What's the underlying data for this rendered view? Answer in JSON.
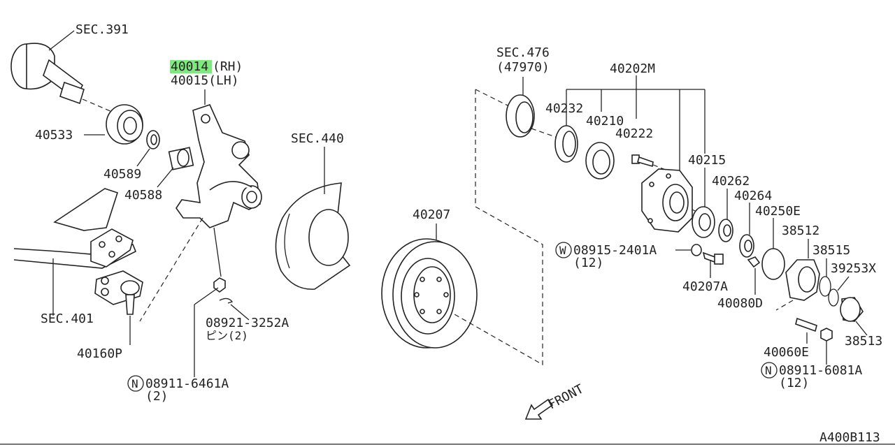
{
  "labels": {
    "sec391": "SEC.391",
    "p40014": "40014",
    "rh": "(RH)",
    "p40015": "40015(LH)",
    "p40533": "40533",
    "p40589": "40589",
    "p40588": "40588",
    "sec401": "SEC.401",
    "p40160p": "40160P",
    "p08921": "08921-3252A",
    "pin": "ピン(2)",
    "n_mark_1": "N",
    "p08911_6461": "08911-6461A",
    "q2": "(2)",
    "sec440": "SEC.440",
    "p40207": "40207",
    "sec476": "SEC.476",
    "p47970": "(47970)",
    "p40232": "40232",
    "p40210": "40210",
    "p40202m": "40202M",
    "p40222": "40222",
    "p40215": "40215",
    "p40262": "40262",
    "p40264": "40264",
    "p40250e": "40250E",
    "p38512": "38512",
    "p38515": "38515",
    "p39253x": "39253X",
    "w_mark": "W",
    "p08915": "08915-2401A",
    "q12a": "(12)",
    "p40207a": "40207A",
    "p40080d": "40080D",
    "p38513": "38513",
    "p40060e": "40060E",
    "n_mark_2": "N",
    "p08911_6081": "08911-6081A",
    "q12b": "(12)",
    "front": "FRONT",
    "code": "A400B113"
  },
  "highlight": {
    "part": "40014",
    "color": "#7fe87f"
  }
}
